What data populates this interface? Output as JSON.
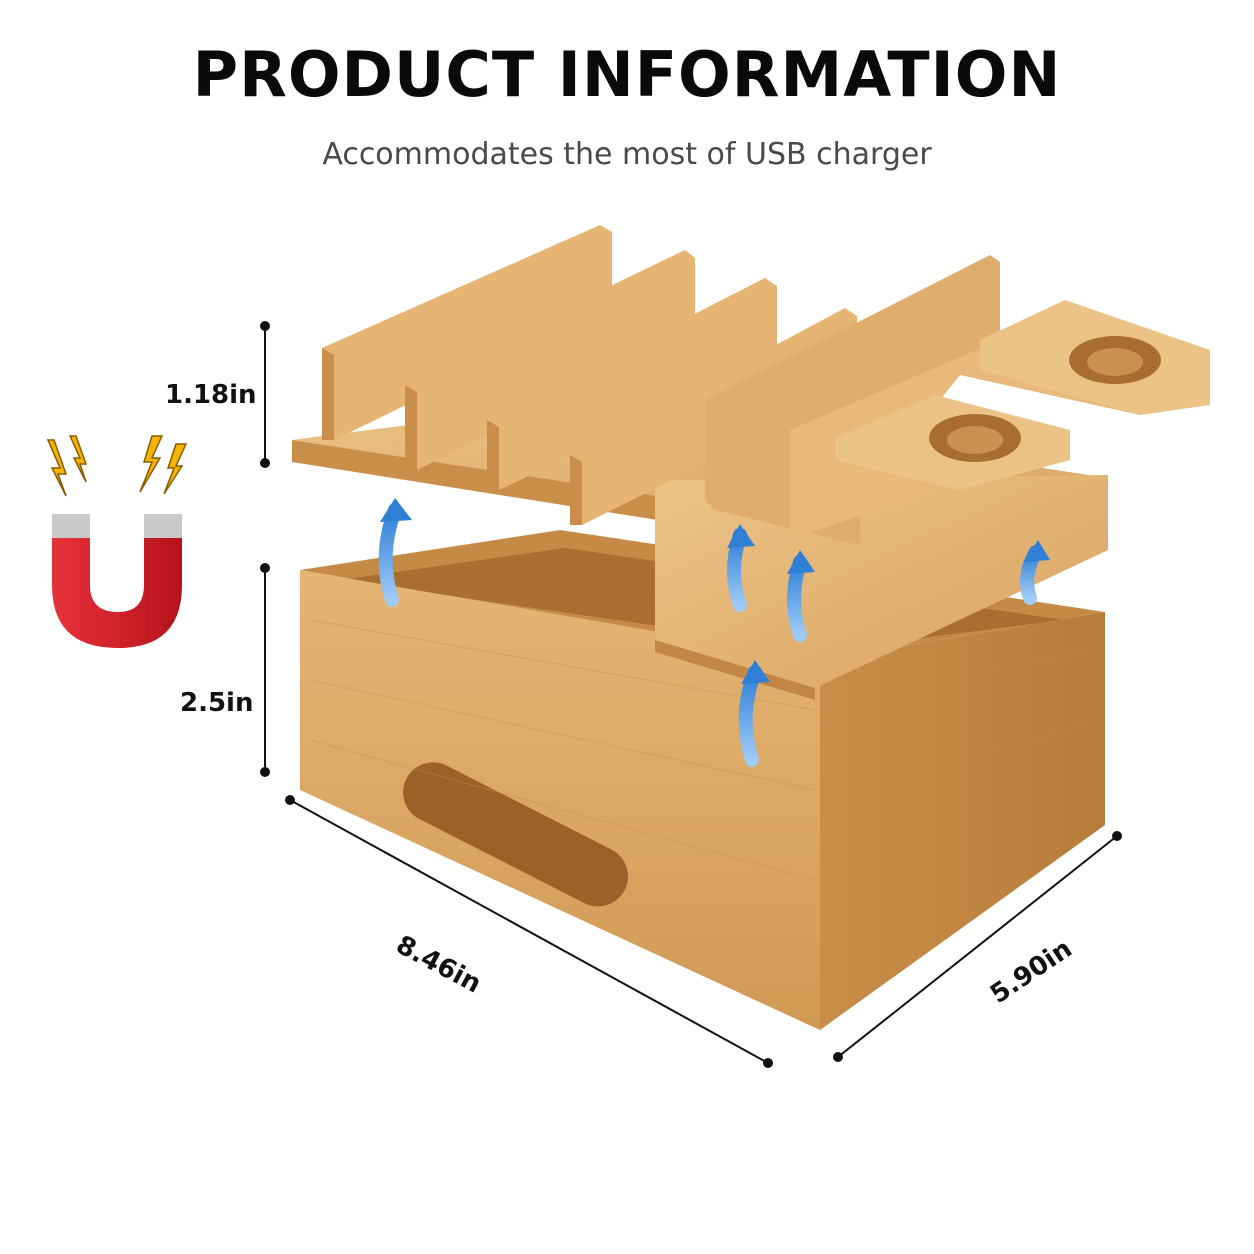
{
  "header": {
    "title": "PRODUCT INFORMATION",
    "subtitle": "Accommodates the most of USB charger"
  },
  "dimensions": {
    "top_height": "1.18in",
    "box_height": "2.5in",
    "width": "8.46in",
    "depth": "5.90in"
  },
  "colors": {
    "bamboo_light": "#e3b272",
    "bamboo_mid": "#d29c57",
    "bamboo_dark": "#b9813f",
    "arrow_blue": "#3f8fe0",
    "magnet_red": "#d9252e",
    "spark_yellow": "#f4b400"
  },
  "icons": {
    "magnet": "magnet-icon",
    "spark": "lightning-icon",
    "arrow": "lift-arrow-icon"
  }
}
